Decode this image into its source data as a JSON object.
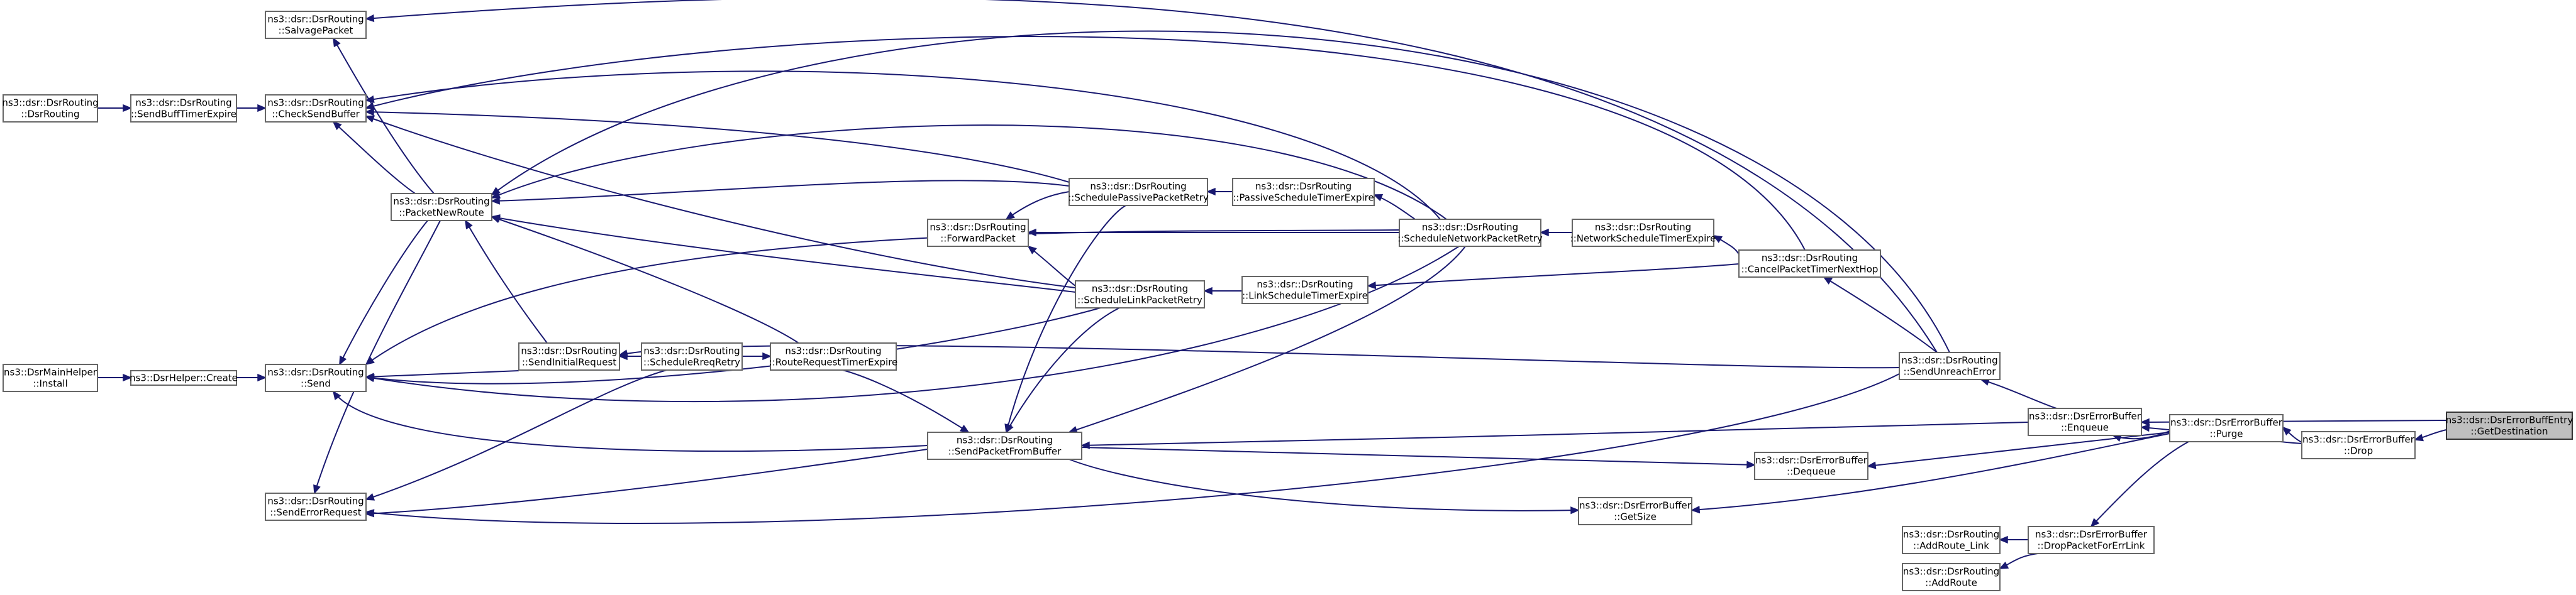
{
  "diagram": {
    "nodes": [
      {
        "id": "salvage",
        "lines": [
          "ns3::dsr::DsrRouting",
          "::SalvagePacket"
        ]
      },
      {
        "id": "dsrrouting_ctor",
        "lines": [
          "ns3::dsr::DsrRouting",
          "::DsrRouting"
        ]
      },
      {
        "id": "sendbuff",
        "lines": [
          "ns3::dsr::DsrRouting",
          "::SendBuffTimerExpire"
        ]
      },
      {
        "id": "checksend",
        "lines": [
          "ns3::dsr::DsrRouting",
          "::CheckSendBuffer"
        ]
      },
      {
        "id": "packetnewroute",
        "lines": [
          "ns3::dsr::DsrRouting",
          "::PacketNewRoute"
        ]
      },
      {
        "id": "mainhelper",
        "lines": [
          "ns3::DsrMainHelper",
          "::Install"
        ]
      },
      {
        "id": "helpercreate",
        "lines": [
          "ns3::DsrHelper::Create"
        ]
      },
      {
        "id": "send",
        "lines": [
          "ns3::dsr::DsrRouting",
          "::Send"
        ]
      },
      {
        "id": "senderrreq",
        "lines": [
          "ns3::dsr::DsrRouting",
          "::SendErrorRequest"
        ]
      },
      {
        "id": "sendinitial",
        "lines": [
          "ns3::dsr::DsrRouting",
          "::SendInitialRequest"
        ]
      },
      {
        "id": "schedreq",
        "lines": [
          "ns3::dsr::DsrRouting",
          "::ScheduleRreqRetry"
        ]
      },
      {
        "id": "routereqtimer",
        "lines": [
          "ns3::dsr::DsrRouting",
          "::RouteRequestTimerExpire"
        ]
      },
      {
        "id": "forward",
        "lines": [
          "ns3::dsr::DsrRouting",
          "::ForwardPacket"
        ]
      },
      {
        "id": "schedpassive",
        "lines": [
          "ns3::dsr::DsrRouting",
          "::SchedulePassivePacketRetry"
        ]
      },
      {
        "id": "schedlink",
        "lines": [
          "ns3::dsr::DsrRouting",
          "::ScheduleLinkPacketRetry"
        ]
      },
      {
        "id": "sendfrombuffer",
        "lines": [
          "ns3::dsr::DsrRouting",
          "::SendPacketFromBuffer"
        ]
      },
      {
        "id": "passivetimer",
        "lines": [
          "ns3::dsr::DsrRouting",
          "::PassiveScheduleTimerExpire"
        ]
      },
      {
        "id": "linktimer",
        "lines": [
          "ns3::dsr::DsrRouting",
          "::LinkScheduleTimerExpire"
        ]
      },
      {
        "id": "schednetwork",
        "lines": [
          "ns3::dsr::DsrRouting",
          "::ScheduleNetworkPacketRetry"
        ]
      },
      {
        "id": "networktimer",
        "lines": [
          "ns3::dsr::DsrRouting",
          "::NetworkScheduleTimerExpire"
        ]
      },
      {
        "id": "canceltimer",
        "lines": [
          "ns3::dsr::DsrRouting",
          "::CancelPacketTimerNextHop"
        ]
      },
      {
        "id": "sendunreach",
        "lines": [
          "ns3::dsr::DsrRouting",
          "::SendUnreachError"
        ]
      },
      {
        "id": "dequeue",
        "lines": [
          "ns3::dsr::DsrErrorBuffer",
          "::Dequeue"
        ]
      },
      {
        "id": "getsize",
        "lines": [
          "ns3::dsr::DsrErrorBuffer",
          "::GetSize"
        ]
      },
      {
        "id": "enqueue",
        "lines": [
          "ns3::dsr::DsrErrorBuffer",
          "::Enqueue"
        ]
      },
      {
        "id": "purge",
        "lines": [
          "ns3::dsr::DsrErrorBuffer",
          "::Purge"
        ]
      },
      {
        "id": "addroutelink",
        "lines": [
          "ns3::dsr::DsrRouting",
          "::AddRoute_Link"
        ]
      },
      {
        "id": "addroute",
        "lines": [
          "ns3::dsr::DsrRouting",
          "::AddRoute"
        ]
      },
      {
        "id": "dropforerr",
        "lines": [
          "ns3::dsr::DsrErrorBuffer",
          "::DropPacketForErrLink"
        ]
      },
      {
        "id": "drop",
        "lines": [
          "ns3::dsr::DsrErrorBuffer",
          "::Drop"
        ]
      },
      {
        "id": "getdest",
        "lines": [
          "ns3::dsr::DsrErrorBuffEntry",
          "::GetDestination"
        ],
        "highlight": true
      }
    ]
  }
}
